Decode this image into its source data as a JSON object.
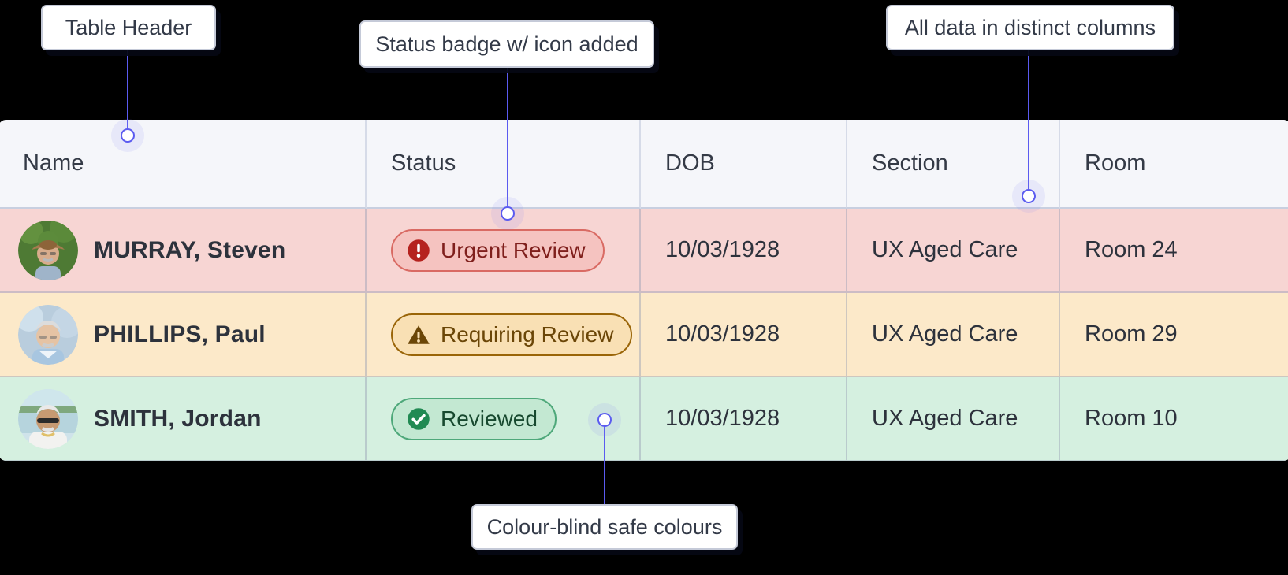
{
  "table": {
    "columns": [
      "Name",
      "Status",
      "DOB",
      "Section",
      "Room"
    ],
    "rows": [
      {
        "name": "MURRAY, Steven",
        "status": {
          "label": "Urgent Review",
          "icon": "exclamation-circle-icon",
          "tone": "urgent"
        },
        "dob": "10/03/1928",
        "section": "UX Aged Care",
        "room": "Room 24",
        "row_color": "#f7d5d3"
      },
      {
        "name": "PHILLIPS, Paul",
        "status": {
          "label": "Requiring Review",
          "icon": "warning-triangle-icon",
          "tone": "warning"
        },
        "dob": "10/03/1928",
        "section": "UX Aged Care",
        "room": "Room 29",
        "row_color": "#fce9c9"
      },
      {
        "name": "SMITH, Jordan",
        "status": {
          "label": "Reviewed",
          "icon": "check-circle-icon",
          "tone": "ok"
        },
        "dob": "10/03/1928",
        "section": "UX Aged Care",
        "room": "Room 10",
        "row_color": "#d5f0e0"
      }
    ]
  },
  "annotations": [
    {
      "id": "table-header",
      "text": "Table Header"
    },
    {
      "id": "status-badge",
      "text": "Status badge w/ icon added"
    },
    {
      "id": "distinct-columns",
      "text": "All data in distinct columns"
    },
    {
      "id": "colour-blind",
      "text": "Colour-blind safe colours"
    }
  ],
  "colors": {
    "background": "#000000",
    "header_bg": "#f5f6fa",
    "urgent": "#f7d5d3",
    "warning": "#fce9c9",
    "ok": "#d5f0e0",
    "connector": "#5b5bf0",
    "urgent_text": "#7f1f1c",
    "warning_text": "#6b4607",
    "ok_text": "#17492f"
  }
}
